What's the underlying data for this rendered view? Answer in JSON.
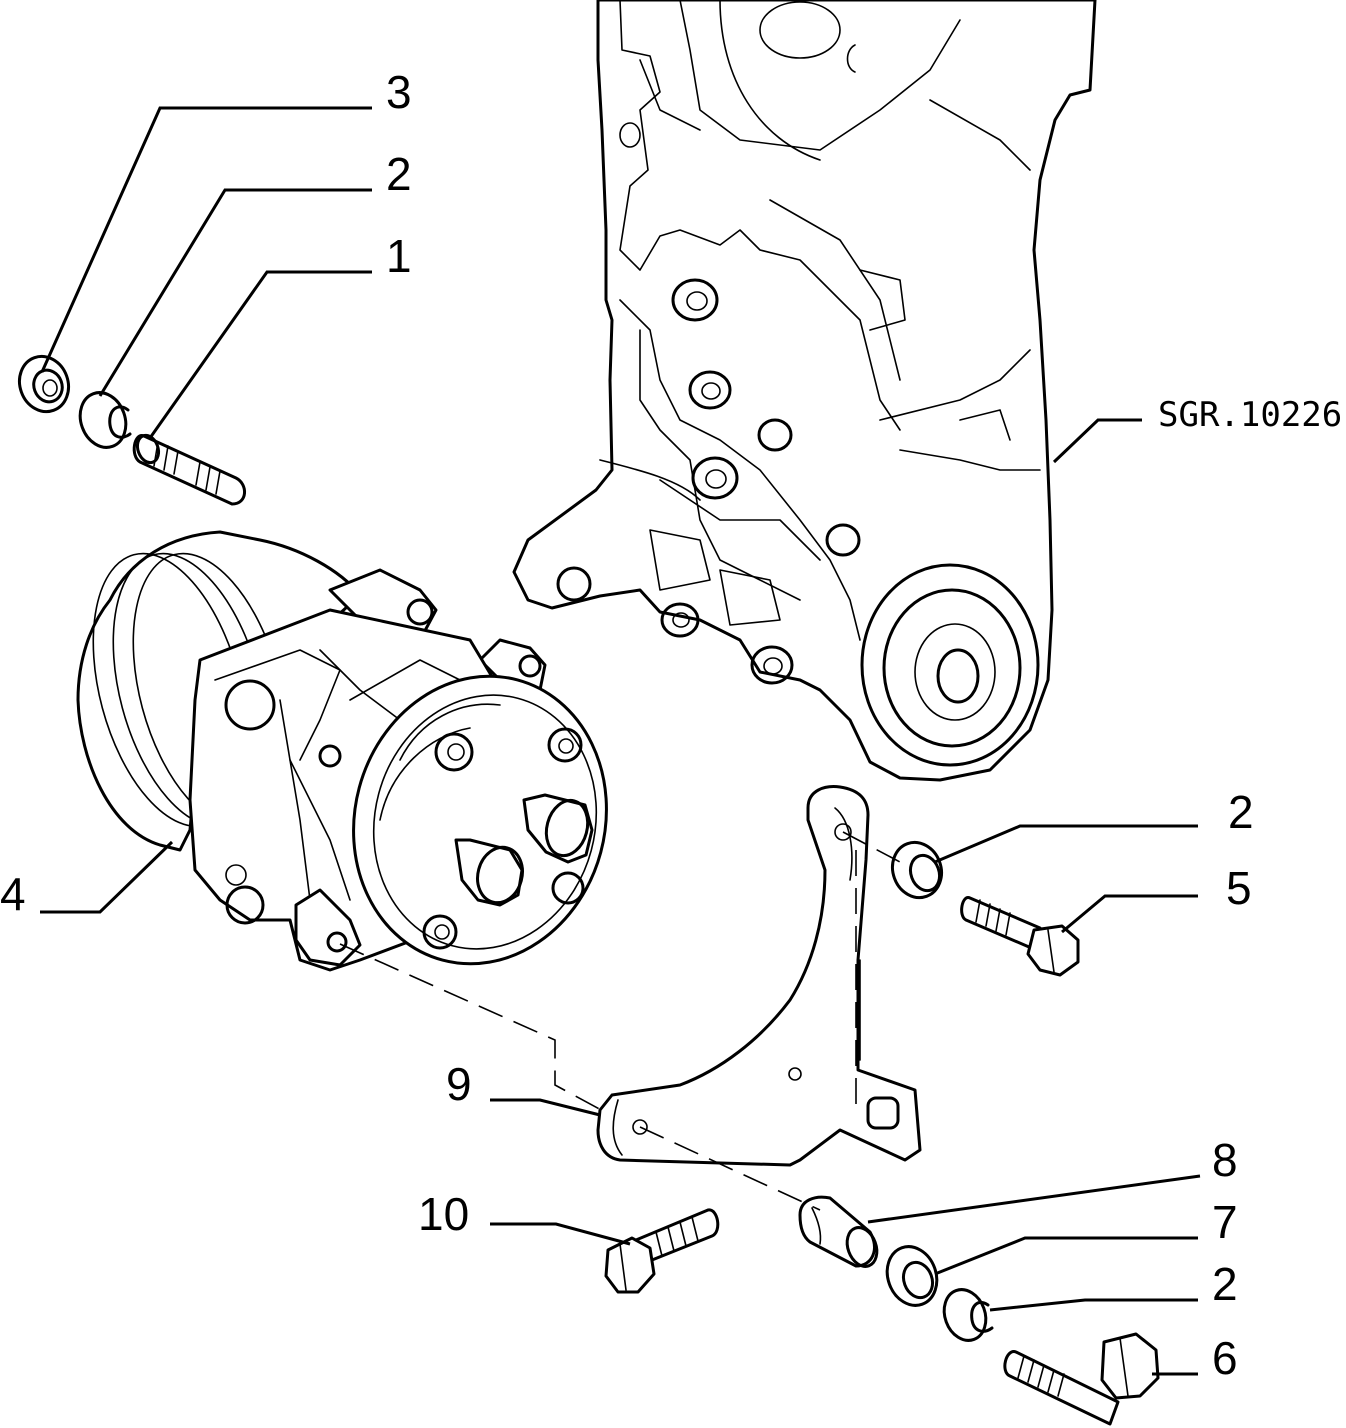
{
  "drawing_ref": "SGR.10226",
  "callouts": [
    {
      "id": "c3",
      "label": "3"
    },
    {
      "id": "c2a",
      "label": "2"
    },
    {
      "id": "c1",
      "label": "1"
    },
    {
      "id": "c4",
      "label": "4"
    },
    {
      "id": "c2b",
      "label": "2"
    },
    {
      "id": "c5",
      "label": "5"
    },
    {
      "id": "c9",
      "label": "9"
    },
    {
      "id": "c8",
      "label": "8"
    },
    {
      "id": "c10",
      "label": "10"
    },
    {
      "id": "c7",
      "label": "7"
    },
    {
      "id": "c2c",
      "label": "2"
    },
    {
      "id": "c6",
      "label": "6"
    }
  ],
  "colors": {
    "ink": "#000000",
    "paper": "#ffffff"
  }
}
